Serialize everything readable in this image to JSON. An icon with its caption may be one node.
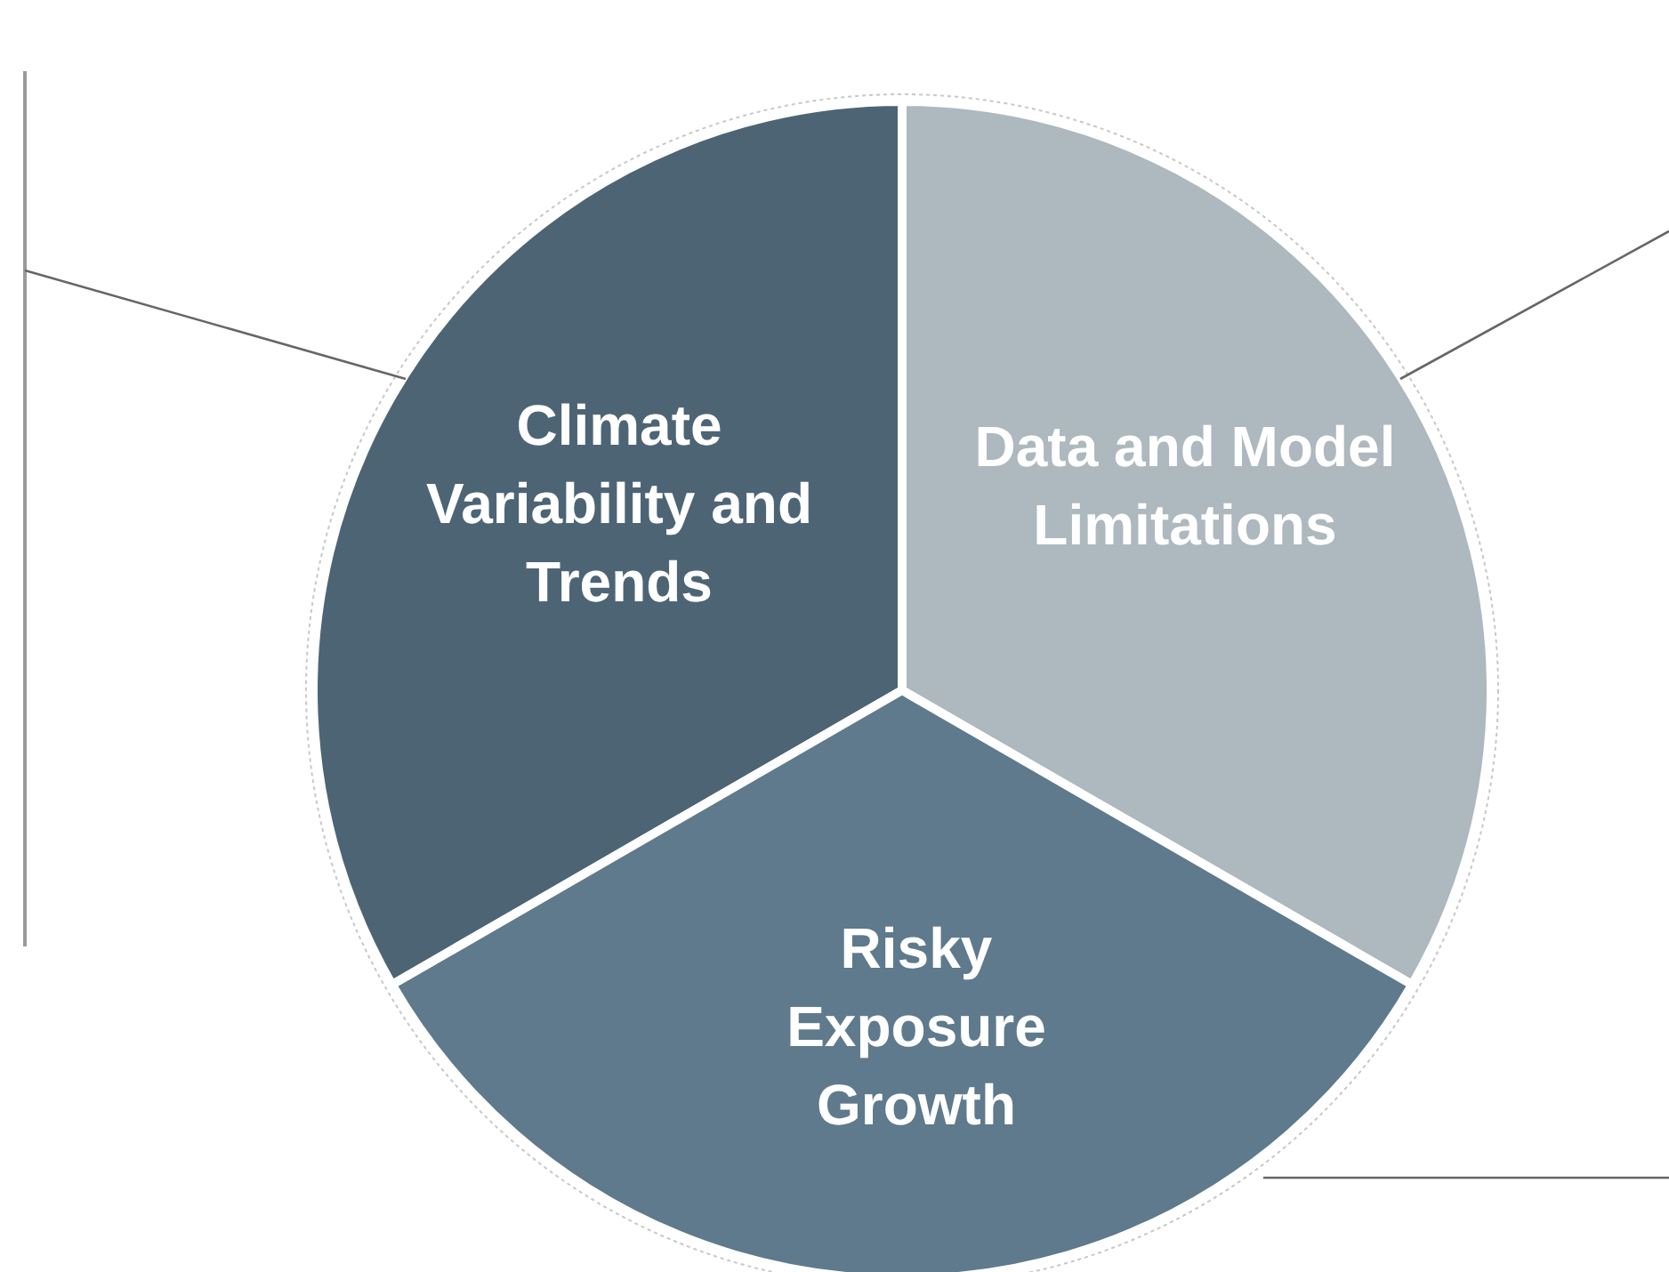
{
  "diagram": {
    "nodes": [
      {
        "text": [
          "Climate Variability and Trends"
        ]
      },
      {
        "text": [
          "Data and Model Limitations"
        ]
      },
      {
        "text": [
          "Risky Exposure Growth"
        ]
      }
    ],
    "edges": [
      {
        "from": 0,
        "to": null,
        "arrow": "none"
      },
      {
        "from": 1,
        "to": null,
        "arrow": "none"
      },
      {
        "from": 2,
        "to": null,
        "arrow": "none"
      }
    ]
  }
}
